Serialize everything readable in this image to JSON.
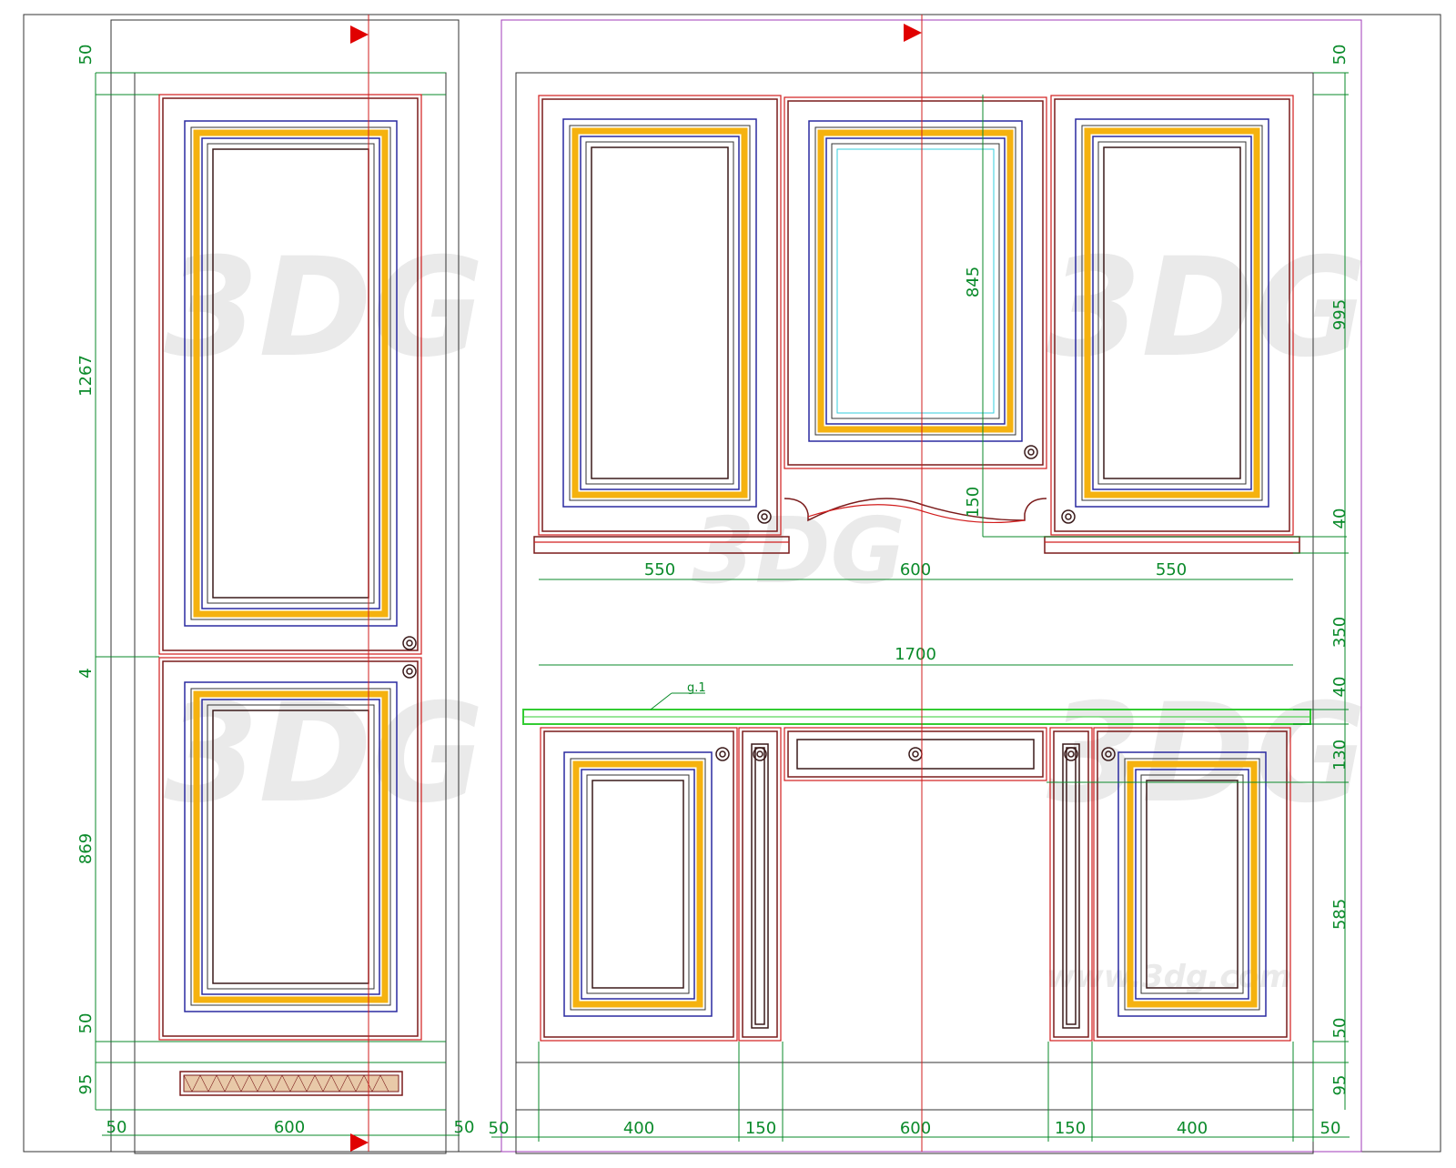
{
  "watermark": {
    "logo_text": "3DG",
    "site_text": "www.3dg.com"
  },
  "colors": {
    "dimension": "#0a8a2a",
    "frame": "#d21d1d",
    "panel_gold": "#f5b20f",
    "panel_blue": "#2a2aa0",
    "outline": "#7a1a1a",
    "boundary": "#a23bb8"
  },
  "section_marker_icon": "red-triangle-arrow-icon",
  "left_cabinet": {
    "vertical_dims": [
      "50",
      "1267",
      "4",
      "869",
      "50",
      "95"
    ],
    "horizontal_dims": [
      "50",
      "600",
      "50"
    ]
  },
  "right_cabinet": {
    "right_vertical_dims": [
      "50",
      "995",
      "40",
      "350",
      "40",
      "130",
      "585",
      "50",
      "95"
    ],
    "inner_dims": [
      "845",
      "150"
    ],
    "upper_widths": [
      "550",
      "600",
      "550"
    ],
    "total_width": "1700",
    "shelf_label": "g.1",
    "bottom_widths": [
      "50",
      "400",
      "150",
      "600",
      "150",
      "400",
      "50"
    ]
  }
}
